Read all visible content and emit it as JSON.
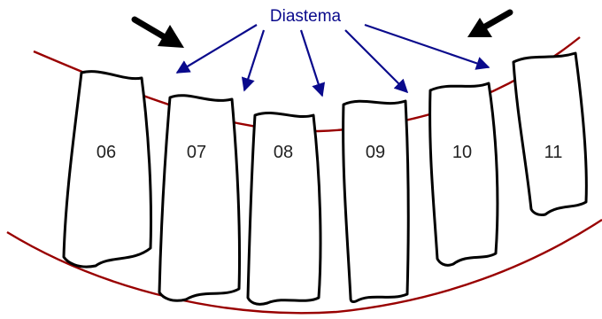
{
  "diagram": {
    "title": "Diastema",
    "teeth": [
      {
        "number": "06"
      },
      {
        "number": "07"
      },
      {
        "number": "08"
      },
      {
        "number": "09"
      },
      {
        "number": "10"
      },
      {
        "number": "11"
      }
    ],
    "colors": {
      "arch_line": "#990000",
      "pointer": "#0a0a8c",
      "force_arrow": "#000000",
      "tooth_outline": "#000000"
    }
  }
}
